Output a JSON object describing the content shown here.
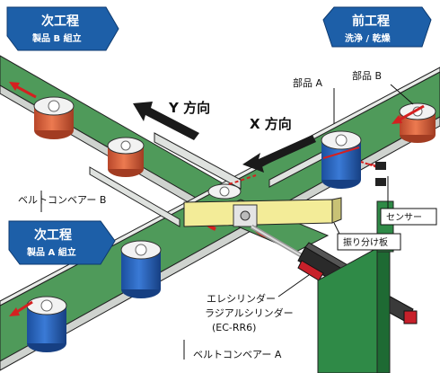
{
  "badges": {
    "next_process_b": {
      "title": "次工程",
      "sub": "製品 B 組立"
    },
    "prev_process": {
      "title": "前工程",
      "sub": "洗浄 / 乾燥"
    },
    "next_process_a": {
      "title": "次工程",
      "sub": "製品 A 組立"
    }
  },
  "directions": {
    "y": "Y 方向",
    "x": "X 方向"
  },
  "labels": {
    "part_a": "部品 A",
    "part_b": "部品 B",
    "sensor": "センサー",
    "diverter": "振り分け板",
    "belt_b": "ベルトコンベアー B",
    "belt_a": "ベルトコンベアー A",
    "cylinder_line1": "エレシリンダー",
    "cylinder_line2": "ラジアルシリンダー",
    "cylinder_line3": "(EC-RR6)"
  },
  "colors": {
    "belt": "#4f9a5a",
    "badge": "#1d5fa8",
    "part_a": "#1f5fb3",
    "part_b": "#d8603a",
    "arrow_red": "#d42020",
    "diverter": "#f3ec98"
  }
}
